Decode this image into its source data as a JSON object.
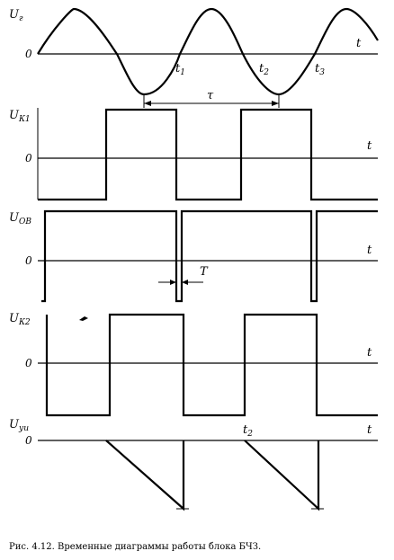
{
  "signals": {
    "ug": {
      "main": "U",
      "sub": "г"
    },
    "uk1": {
      "main": "U",
      "sub": "К1"
    },
    "uov": {
      "main": "U",
      "sub": "ОВ"
    },
    "uk2": {
      "main": "U",
      "sub": "К2"
    },
    "uui": {
      "main": "U",
      "sub": "уи"
    }
  },
  "zero_label": "0",
  "time_label": "t",
  "markers": {
    "t1": {
      "main": "t",
      "sub": "1"
    },
    "t2": {
      "main": "t",
      "sub": "2"
    },
    "t3": {
      "main": "t",
      "sub": "3"
    },
    "t2b": {
      "main": "t",
      "sub": "2"
    }
  },
  "tau_label": "τ",
  "T_label": "T",
  "caption": "Рис. 4.12. Временные диаграммы работы блока БЧЗ."
}
